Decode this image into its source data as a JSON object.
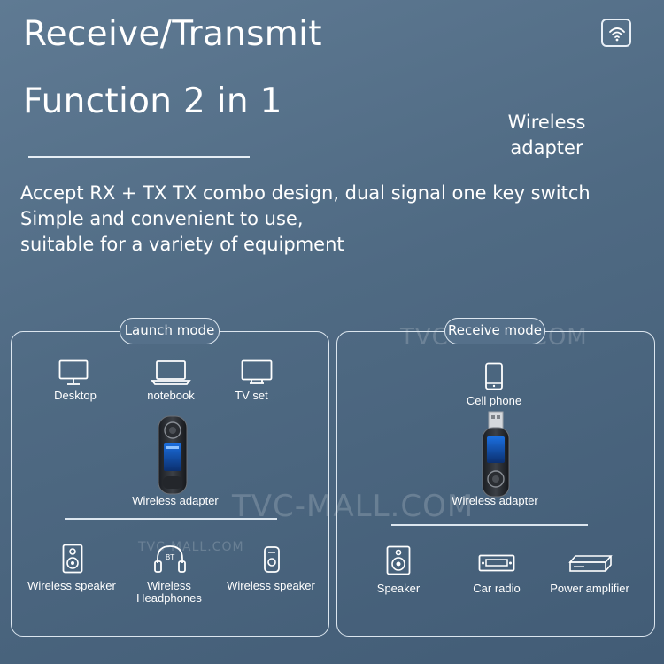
{
  "header": {
    "title_line1": "Receive/Transmit",
    "title_line2": "Function 2 in 1",
    "product_label": "Wireless adapter",
    "description": [
      "Accept RX + TX TX combo design, dual signal one key switch",
      "Simple and convenient to use,",
      "suitable for a variety of equipment"
    ]
  },
  "launch_mode": {
    "title": "Launch mode",
    "sources": [
      {
        "label": "Desktop",
        "icon": "desktop-monitor-icon"
      },
      {
        "label": "notebook",
        "icon": "laptop-icon"
      },
      {
        "label": "TV set",
        "icon": "tv-icon"
      }
    ],
    "adapter_label": "Wireless adapter",
    "outputs": [
      {
        "label": "Wireless speaker",
        "icon": "speaker-icon"
      },
      {
        "label": "Wireless Headphones",
        "icon": "bt-headphones-icon",
        "badge": "BT"
      },
      {
        "label": "Wireless speaker",
        "icon": "cylinder-speaker-icon"
      }
    ]
  },
  "receive_mode": {
    "title": "Receive mode",
    "source": {
      "label": "Cell phone",
      "icon": "cell-phone-icon"
    },
    "adapter_label": "Wireless adapter",
    "outputs": [
      {
        "label": "Speaker",
        "icon": "speaker-icon"
      },
      {
        "label": "Car radio",
        "icon": "car-radio-icon"
      },
      {
        "label": "Power amplifier",
        "icon": "power-amplifier-icon"
      }
    ]
  },
  "watermarks": [
    "TVC-MALL.COM",
    "TVC-MALL.COM",
    "TVC-MALL.COM"
  ],
  "colors": {
    "background_top": "#5f7a93",
    "background_bottom": "#425c76",
    "foreground": "#ffffff",
    "outline": "#dce6ef"
  }
}
